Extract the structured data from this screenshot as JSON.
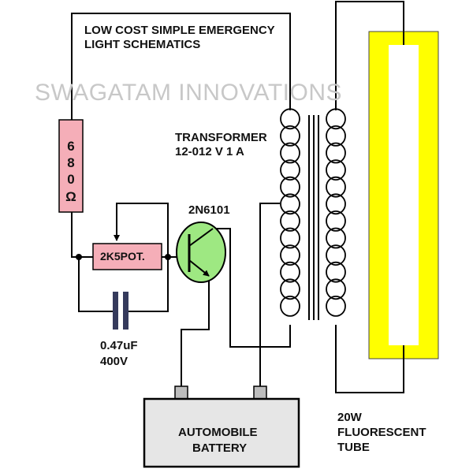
{
  "title": {
    "line1": "LOW COST SIMPLE EMERGENCY",
    "line2": "LIGHT SCHEMATICS"
  },
  "watermark": "SWAGATAM INNOVATIONS",
  "transformer": {
    "line1": "TRANSFORMER",
    "line2": "12-012 V  1 A"
  },
  "resistor": {
    "digits": [
      "6",
      "8",
      "0"
    ],
    "unit": "Ω"
  },
  "potentiometer": {
    "label": "2K5POT."
  },
  "transistor": {
    "label": "2N6101"
  },
  "capacitor": {
    "line1": "0.47uF",
    "line2": "400V"
  },
  "battery": {
    "line1": "AUTOMOBILE",
    "line2": "BATTERY"
  },
  "tube": {
    "line1": "20W",
    "line2": "FLUORESCENT",
    "line3": "TUBE"
  },
  "colors": {
    "resistor_fill": "#f5aeb8",
    "pot_fill": "#f5aeb8",
    "transistor_fill": "#9ee882",
    "capacitor_plate": "#353a5c",
    "battery_fill": "#e6e6e6",
    "tube_yellow": "#ffff00",
    "wire": "#000000"
  }
}
